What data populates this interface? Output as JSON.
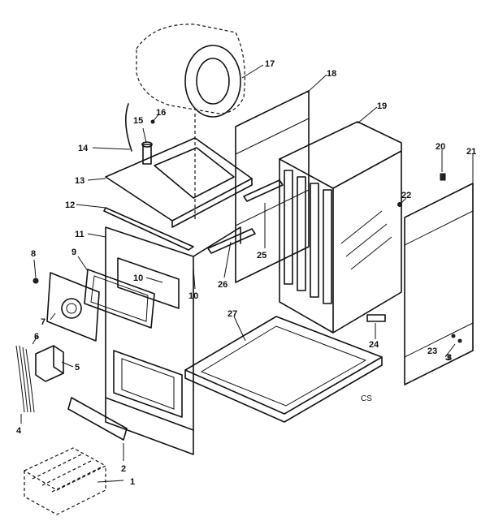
{
  "diagram": {
    "drawing_code": "CS",
    "callouts": [
      {
        "id": "c1",
        "label": "1"
      },
      {
        "id": "c2",
        "label": "2"
      },
      {
        "id": "c3",
        "label": "3"
      },
      {
        "id": "c4",
        "label": "4"
      },
      {
        "id": "c5",
        "label": "5"
      },
      {
        "id": "c6",
        "label": "6"
      },
      {
        "id": "c7",
        "label": "7"
      },
      {
        "id": "c8",
        "label": "8"
      },
      {
        "id": "c9",
        "label": "9"
      },
      {
        "id": "c10a",
        "label": "10"
      },
      {
        "id": "c10b",
        "label": "10"
      },
      {
        "id": "c11",
        "label": "11"
      },
      {
        "id": "c12",
        "label": "12"
      },
      {
        "id": "c13",
        "label": "13"
      },
      {
        "id": "c14",
        "label": "14"
      },
      {
        "id": "c15",
        "label": "15"
      },
      {
        "id": "c16",
        "label": "16"
      },
      {
        "id": "c17",
        "label": "17"
      },
      {
        "id": "c18",
        "label": "18"
      },
      {
        "id": "c19",
        "label": "19"
      },
      {
        "id": "c20",
        "label": "20"
      },
      {
        "id": "c21",
        "label": "21"
      },
      {
        "id": "c22",
        "label": "22"
      },
      {
        "id": "c23",
        "label": "23"
      },
      {
        "id": "c3b",
        "label": "3"
      },
      {
        "id": "c24",
        "label": "24"
      },
      {
        "id": "c25",
        "label": "25"
      },
      {
        "id": "c26",
        "label": "26"
      },
      {
        "id": "c27",
        "label": "27"
      }
    ]
  }
}
